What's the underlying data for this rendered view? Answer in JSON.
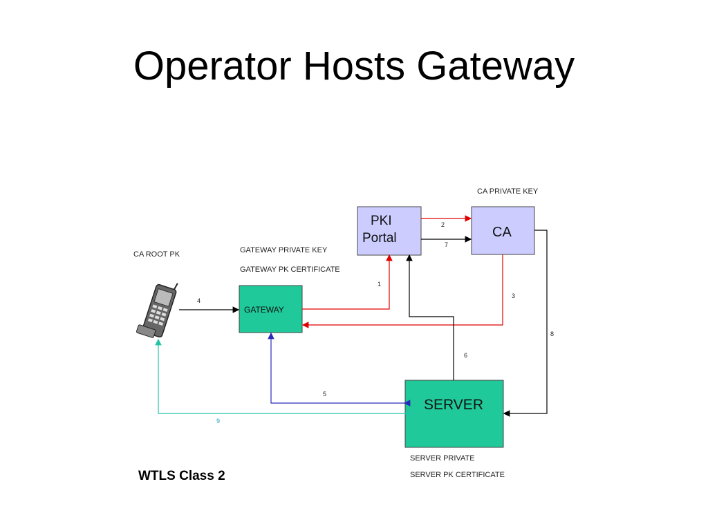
{
  "slide": {
    "title": "Operator Hosts Gateway"
  },
  "nodes": {
    "pki_portal": {
      "line1": "PKI",
      "line2": "Portal"
    },
    "ca": {
      "label": "CA"
    },
    "gateway": {
      "label": "GATEWAY"
    },
    "server": {
      "label": "SERVER"
    },
    "phone": {
      "icon": "mobile-phone-icon"
    }
  },
  "labels": {
    "ca_private_key": "CA PRIVATE KEY",
    "ca_root_pk": "CA ROOT PK",
    "gateway_private_key": "GATEWAY PRIVATE KEY",
    "gateway_pk_certificate": "GATEWAY PK CERTIFICATE",
    "server_private": "SERVER PRIVATE",
    "server_pk_certificate": "SERVER PK CERTIFICATE"
  },
  "steps": {
    "s1": "1",
    "s2": "2",
    "s3": "3",
    "s4": "4",
    "s5": "5",
    "s6": "6",
    "s7": "7",
    "s8": "8",
    "s9": "9"
  },
  "caption": "WTLS Class 2",
  "colors": {
    "portal_fill": "#ccccff",
    "ca_fill": "#ccccff",
    "gateway_fill": "#1fc99a",
    "server_fill": "#1fc99a",
    "red_arrow": "#e00000",
    "black_arrow": "#000000",
    "blue_arrow": "#2a2ab8",
    "teal_arrow": "#22c4a6"
  }
}
